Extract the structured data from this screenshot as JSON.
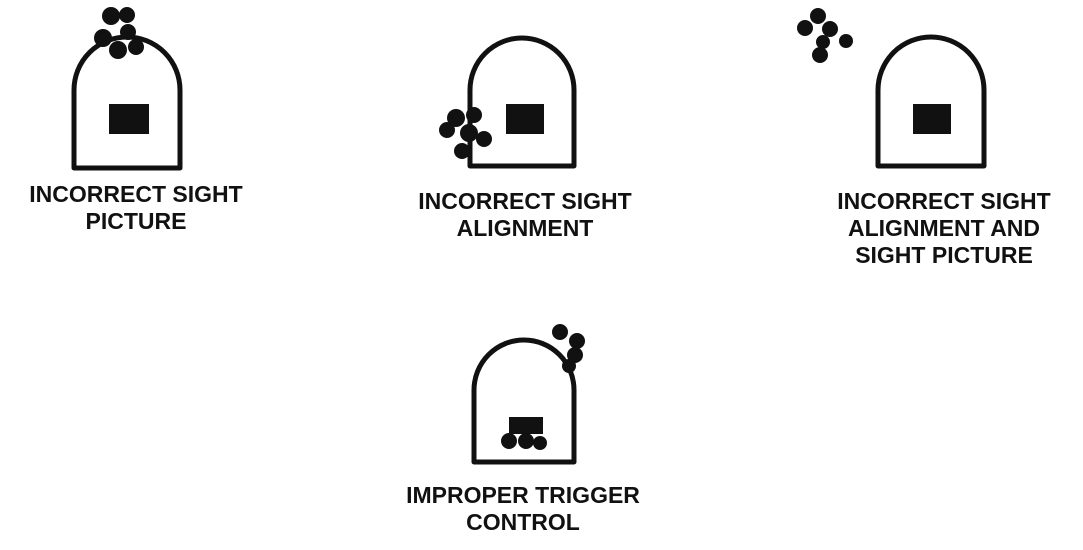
{
  "figure": {
    "panels": [
      {
        "id": "incorrect-sight-picture",
        "caption_lines": [
          "INCORRECT SIGHT",
          "PICTURE"
        ],
        "shot_group_position": "above the front sight, on top of the rear sight aperture"
      },
      {
        "id": "incorrect-sight-alignment",
        "caption_lines": [
          "INCORRECT SIGHT",
          "ALIGNMENT"
        ],
        "shot_group_position": "lower-left, on the edge of the rear sight aperture"
      },
      {
        "id": "incorrect-sight-alignment-and-picture",
        "caption_lines": [
          "INCORRECT SIGHT",
          "ALIGNMENT AND",
          "SIGHT PICTURE"
        ],
        "shot_group_position": "upper-left, outside the rear sight aperture"
      },
      {
        "id": "improper-trigger-control",
        "caption_lines": [
          "IMPROPER TRIGGER",
          "CONTROL"
        ],
        "shot_group_position": "scattered: upper-right outside the aperture and on the front sight"
      }
    ],
    "colors": {
      "ink": "#111111",
      "background": "#ffffff"
    }
  }
}
